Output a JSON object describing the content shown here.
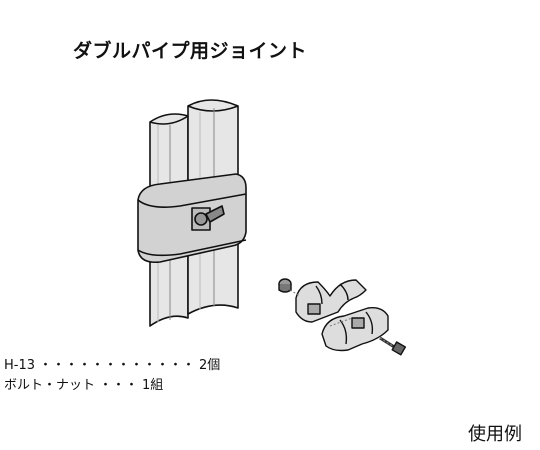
{
  "title": "ダブルパイプ用ジョイント",
  "parts": [
    {
      "name": "H-13",
      "dots": "・・・・・・・・・・・・",
      "qty": "2個"
    },
    {
      "name": "ボルト・ナット",
      "dots": "・・・",
      "qty": "1組"
    }
  ],
  "caption": "使用例"
}
